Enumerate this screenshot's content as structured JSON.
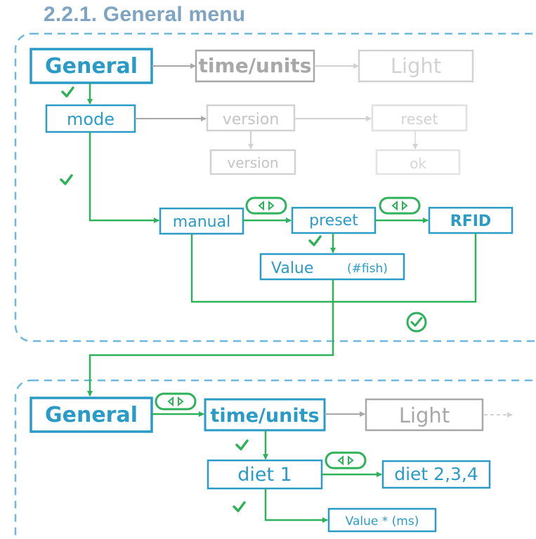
{
  "title": "2.2.1. General menu",
  "colors": {
    "blue": "#2a9bc7",
    "green": "#2db25a",
    "grey": "#a8a8a8",
    "faint": "#d2d2d2",
    "dash": "#6db8dc"
  },
  "top_panel": {
    "general": "General",
    "time_units": "time/units",
    "light": "Light",
    "mode": "mode",
    "version": "version",
    "version_sub": "version",
    "reset": "reset",
    "reset_ok": "ok",
    "manual": "manual",
    "preset": "preset",
    "rfid": "RFID",
    "value": "Value",
    "value_hint": "(#fish)"
  },
  "bottom_panel": {
    "general": "General",
    "time_units": "time/units",
    "light": "Light",
    "diet1": "diet 1",
    "diet234": "diet 2,3,4",
    "value_ms": "Value * (ms)"
  },
  "icons": [
    "checkmark-icon",
    "scroll-wheel-icon",
    "circle-check-icon"
  ]
}
